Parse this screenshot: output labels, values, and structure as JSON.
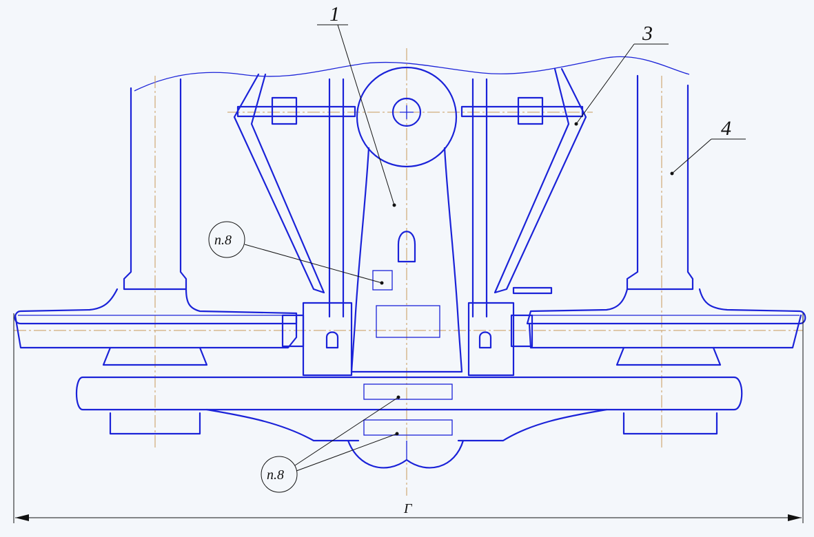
{
  "labels": {
    "part1": "1",
    "part3": "3",
    "part4": "4",
    "ref_top": "п.8",
    "ref_bottom": "п.8",
    "dimension": "Г"
  },
  "colors": {
    "outline": "#1a22d8",
    "centerline": "#c89a5a",
    "leader": "#111111",
    "background": "#f4f7fb"
  }
}
